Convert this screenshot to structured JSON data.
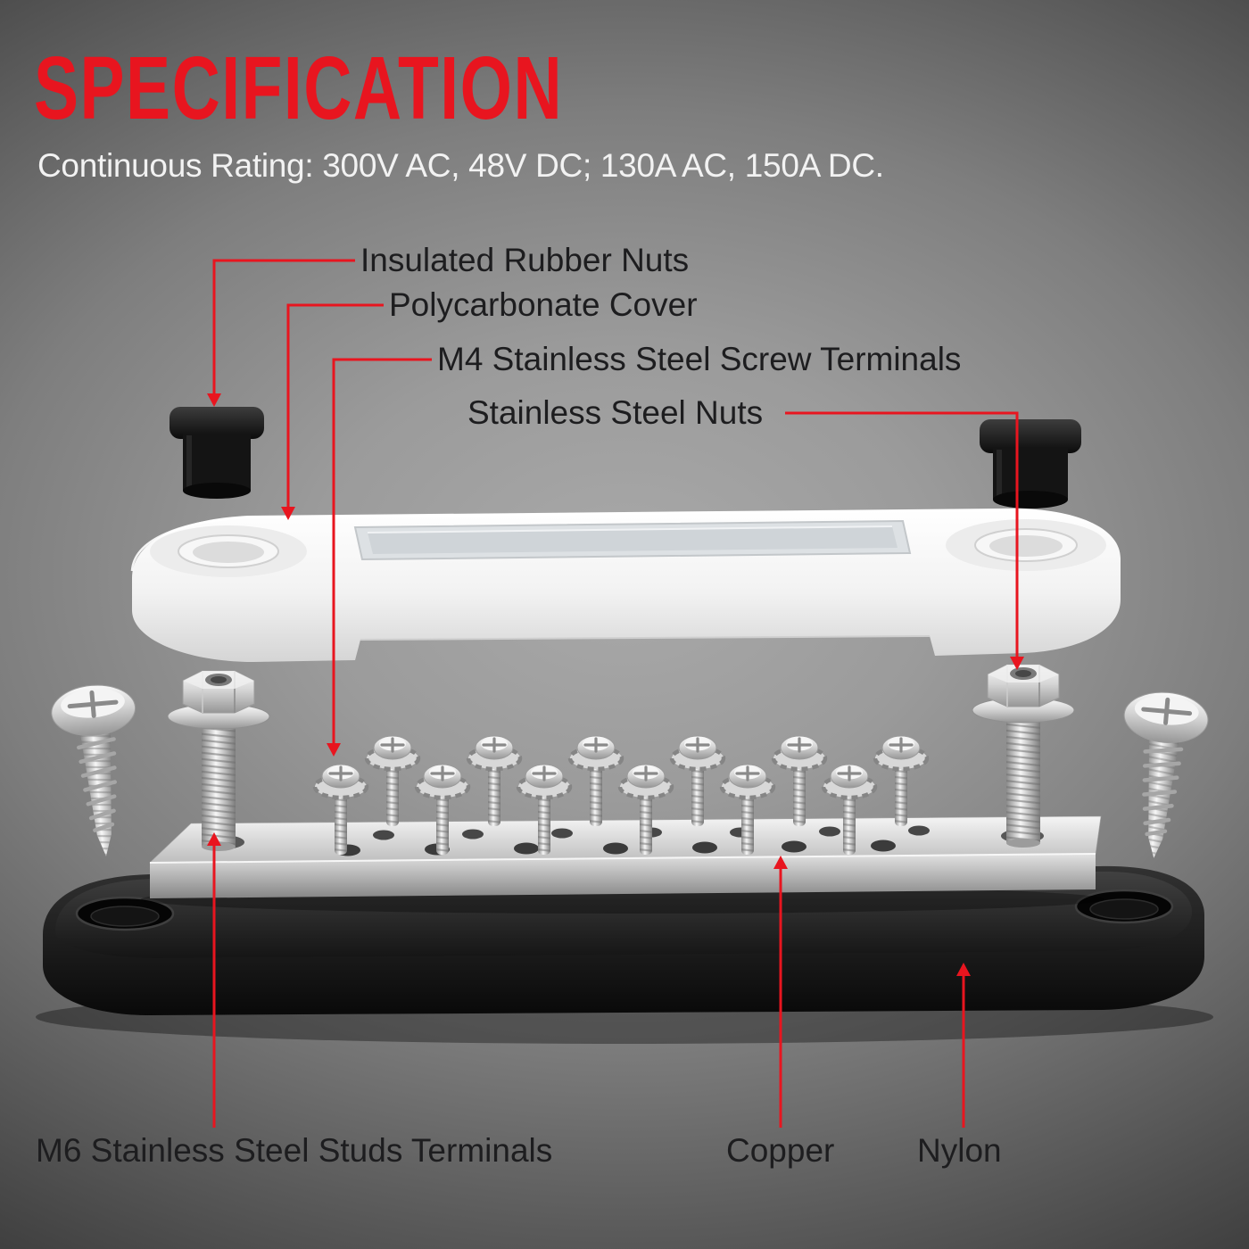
{
  "title": "SPECIFICATION",
  "subtitle": "Continuous Rating: 300V AC, 48V DC; 130A AC, 150A DC.",
  "callouts": {
    "insulated_rubber_nuts": "Insulated Rubber Nuts",
    "polycarbonate_cover": "Polycarbonate Cover",
    "m4_screw_terminals": "M4 Stainless Steel Screw Terminals",
    "stainless_steel_nuts": "Stainless Steel Nuts",
    "m6_studs_terminals": "M6 Stainless Steel Studs Terminals",
    "copper": "Copper",
    "nylon": "Nylon"
  },
  "colors": {
    "accent_red": "#e8151f",
    "callout_text": "#1d1d1f",
    "subtitle_text": "#f2f2f2",
    "cover_white": "#f5f5f5",
    "metal_silver": "#d6d6d6",
    "rubber_black": "#141414"
  }
}
